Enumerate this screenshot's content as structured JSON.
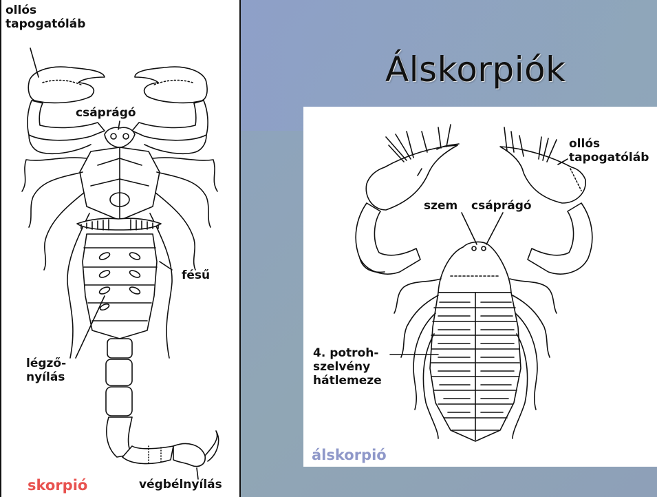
{
  "slide": {
    "title": "Álskorpiók"
  },
  "scorpion": {
    "caption": "skorpió",
    "labels": {
      "pedipalp": "ollós\ntapogatóláb",
      "chelicera": "csáprágó",
      "comb": "fésű",
      "spiracle": "légző-\nnyílás",
      "anus": "végbélnyílás"
    }
  },
  "pseudoscorpion": {
    "caption": "álskorpió",
    "labels": {
      "pedipalp": "ollós\ntapogatóláb",
      "eye": "szem",
      "chelicera": "csáprágó",
      "tergite": "4. potroh-\nszelvény\nhátlemeze"
    }
  },
  "colors": {
    "background": "#8fa3bb",
    "scorpion_caption": "#e8524f",
    "pseudoscorpion_caption": "#8f98c9"
  }
}
